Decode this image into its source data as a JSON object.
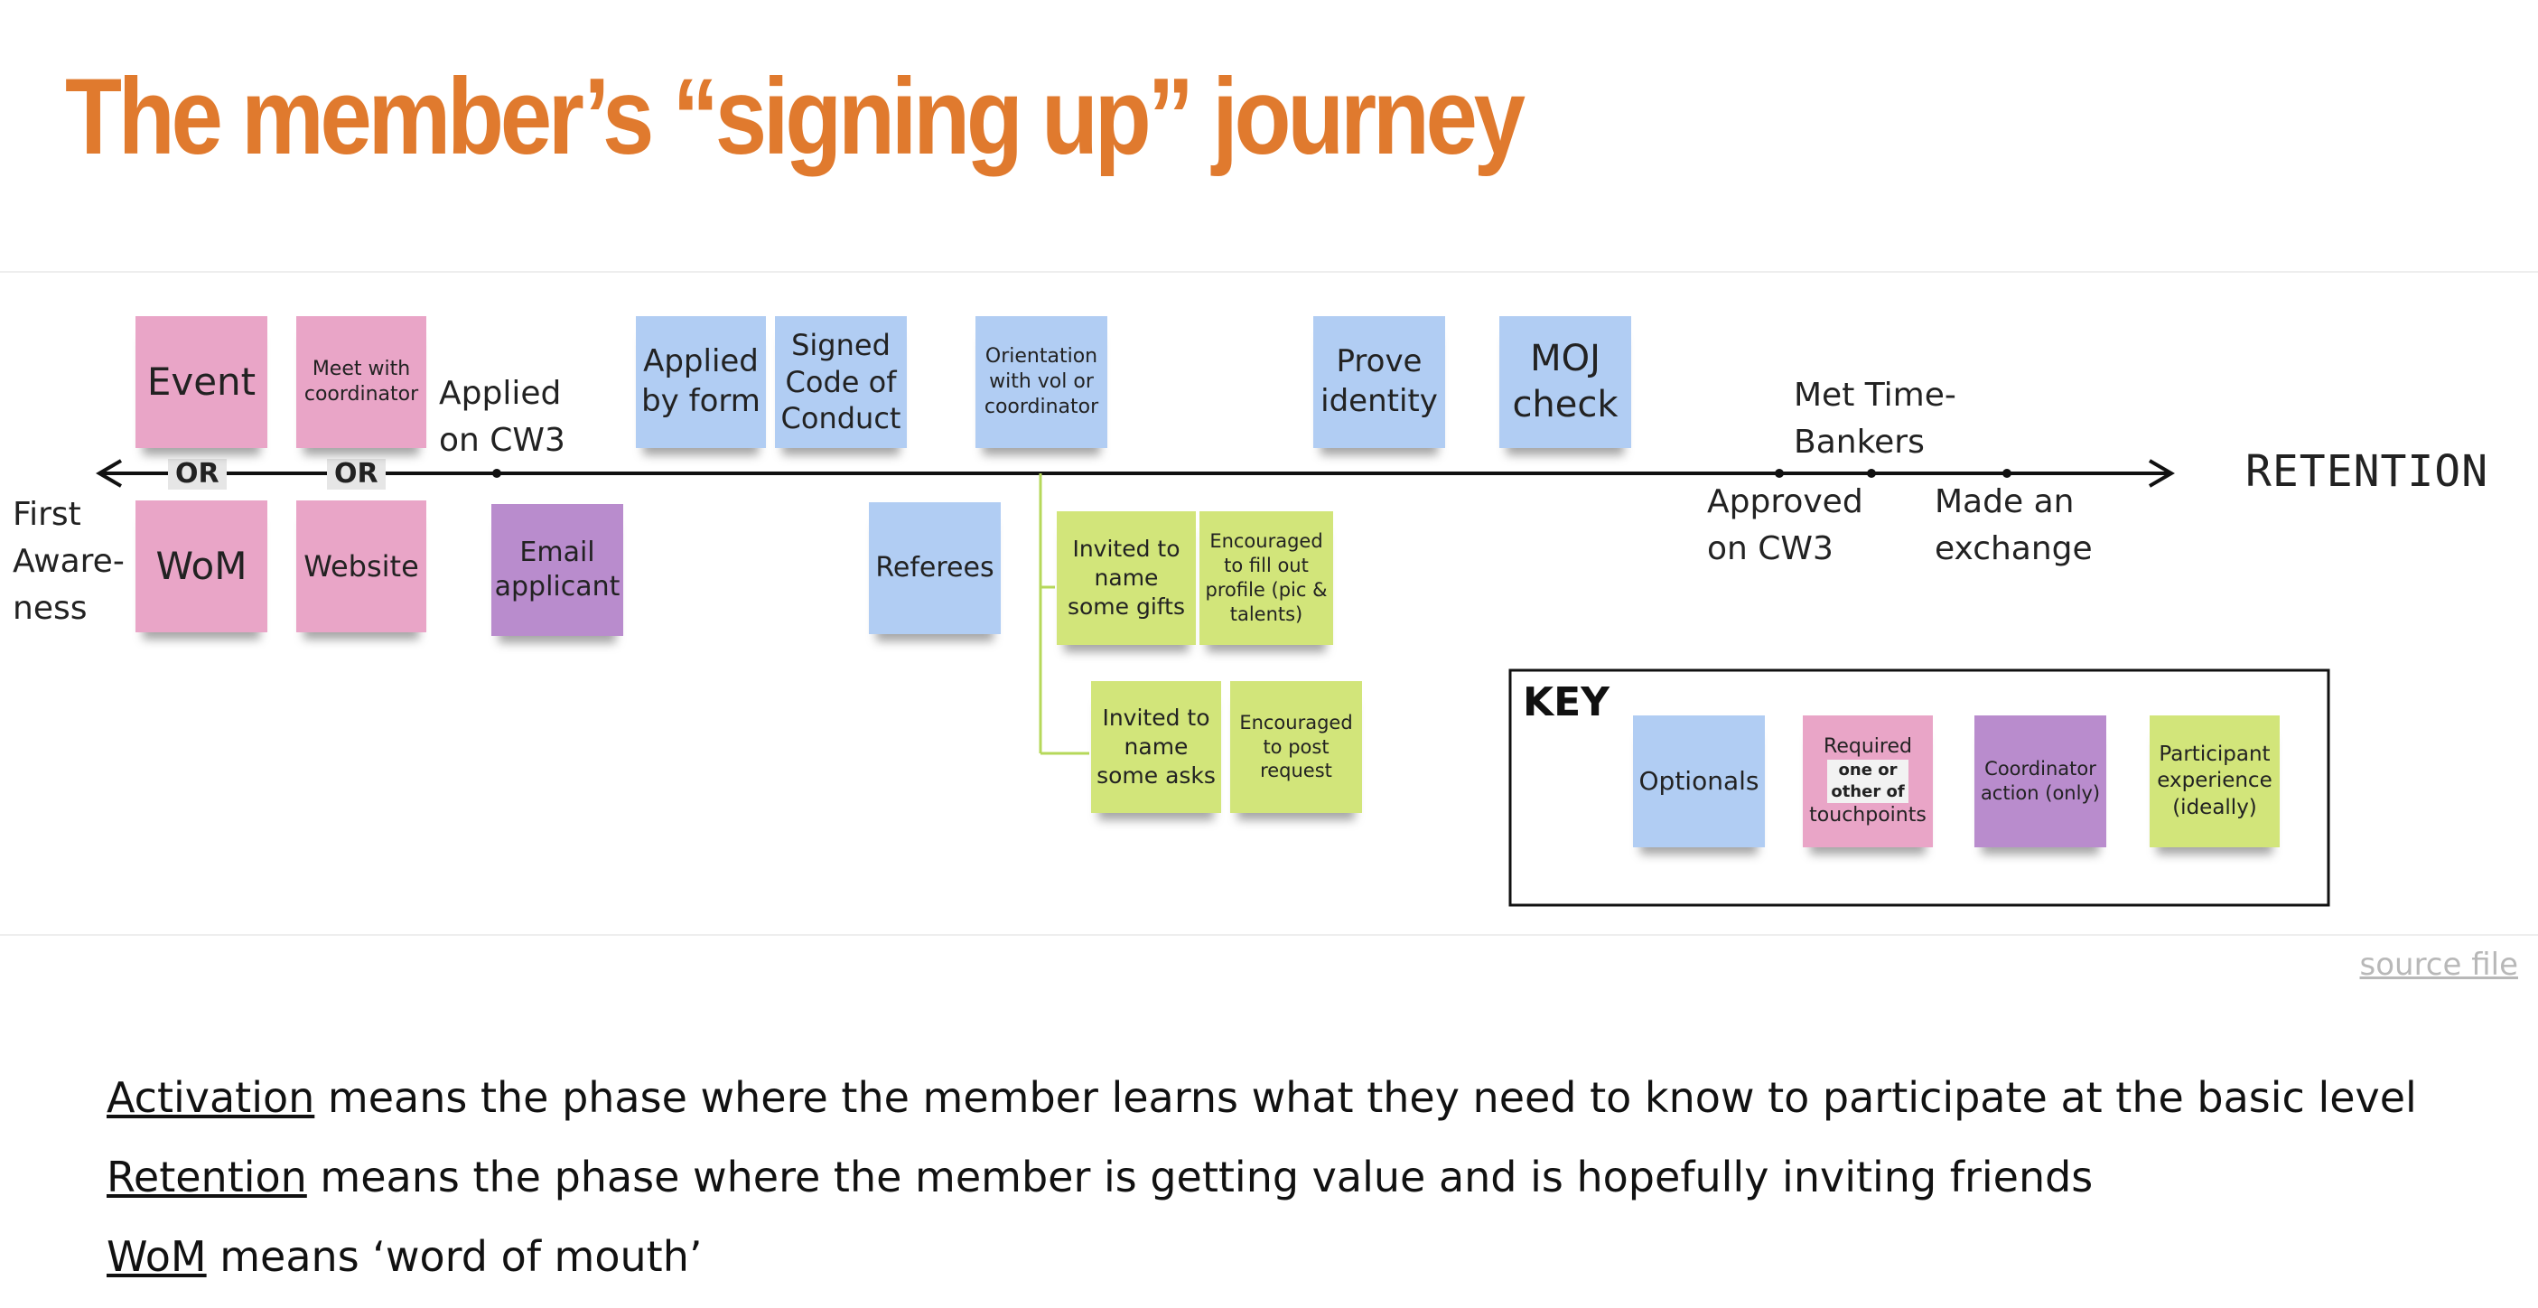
{
  "title": "The member’s “signing up” journey",
  "timeline": {
    "first_awareness": "First\nAware-\nness",
    "applied_cw3": "Applied\non CW3",
    "met_timebankers": "Met Time-\nBankers",
    "approved_cw3": "Approved\non CW3",
    "made_exchange": "Made an\nexchange",
    "retention": "RETENTION",
    "or_1": "OR",
    "or_2": "OR"
  },
  "notes": {
    "event": "Event",
    "meet_coordinator": "Meet with\ncoordinator",
    "wom": "WoM",
    "website": "Website",
    "email_applicant": "Email\napplicant",
    "applied_by_form": "Applied\nby form",
    "signed_code": "Signed\nCode of\nConduct",
    "referees": "Referees",
    "orientation": "Orientation\nwith vol or\ncoordinator",
    "invited_gifts": "Invited to\nname\nsome gifts",
    "encouraged_profile": "Encouraged\nto fill out\nprofile (pic &\ntalents)",
    "invited_asks": "Invited to\nname\nsome asks",
    "encouraged_request": "Encouraged\nto post\nrequest",
    "prove_identity": "Prove\nidentity",
    "moj_check": "MOJ\ncheck"
  },
  "key": {
    "title": "KEY",
    "optionals": "Optionals",
    "required_line1": "Required",
    "required_line2": "one or\nother of",
    "required_line3": "touchpoints",
    "coordinator_action": "Coordinator\naction (only)",
    "participant_experience": "Participant\nexperience\n(ideally)"
  },
  "source_link": "source file",
  "definitions": [
    {
      "term": "Activation",
      "text": " means the phase where the member learns what they need to know to participate at the basic level"
    },
    {
      "term": "Retention",
      "text": " means the phase where the member is getting value and is hopefully inviting friends"
    },
    {
      "term": "WoM",
      "text": " means ‘word of mouth’"
    }
  ],
  "colors": {
    "title": "#e07a2e",
    "required": "#e9a5c7",
    "optional": "#b1cdf3",
    "coordinator": "#b98ccd",
    "participant": "#d2e57a",
    "connector": "#b6d85a"
  }
}
